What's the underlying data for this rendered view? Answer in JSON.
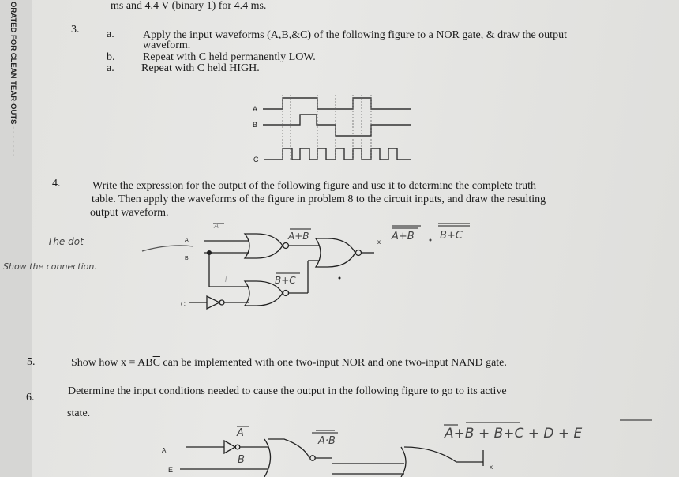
{
  "margin_label": "ORATED FOR CLEAN TEAR-OUTS - - - - - - -",
  "top_line": "ms and 4.4 V (binary 1) for 4.4 ms.",
  "q3": {
    "number": "3.",
    "a_letter": "a.",
    "a_line1": "Apply the input waveforms (A,B,&C) of the following figure to a NOR gate, & draw the output",
    "a_line2": "waveform.",
    "b_letter": "b.",
    "b_text": "Repeat with C held permanently LOW.",
    "c_letter": "a.",
    "c_text": "Repeat with C held HIGH.",
    "wave_labels": {
      "a": "A",
      "b": "B",
      "c": "C"
    }
  },
  "q4": {
    "number": "4.",
    "line1": "Write the expression for the output of the following figure and use it to determine the complete truth",
    "line2": "table. Then apply the waveforms of the figure in problem 8 to the circuit inputs, and draw the resulting",
    "line3": "output waveform.",
    "note_line1": "The dot",
    "note_line2": "Show the connection.",
    "label_a": "A",
    "label_b": "B",
    "label_c": "C",
    "label_x": "x",
    "hand_a_bar": "A",
    "hand_nor1": "A+B",
    "hand_nor2": "B+C",
    "hand_out1": "A+B",
    "hand_out2": "B+C",
    "hand_t": "T"
  },
  "q5": {
    "number": "5.",
    "text_prefix": "Show how x = AB",
    "text_bar": "C",
    "text_suffix": " can be implemented with one two-input NOR and one two-input NAND gate."
  },
  "q6": {
    "number": "6.",
    "line1": "Determine the input conditions needed to cause the output in the following figure to go to its active",
    "line2": "state.",
    "label_a": "A",
    "label_e": "E",
    "label_x": "x",
    "hand_a": "A",
    "hand_b": "B",
    "hand_ab": "A·B",
    "hand_expr": "A+B + B+C + D + E"
  }
}
